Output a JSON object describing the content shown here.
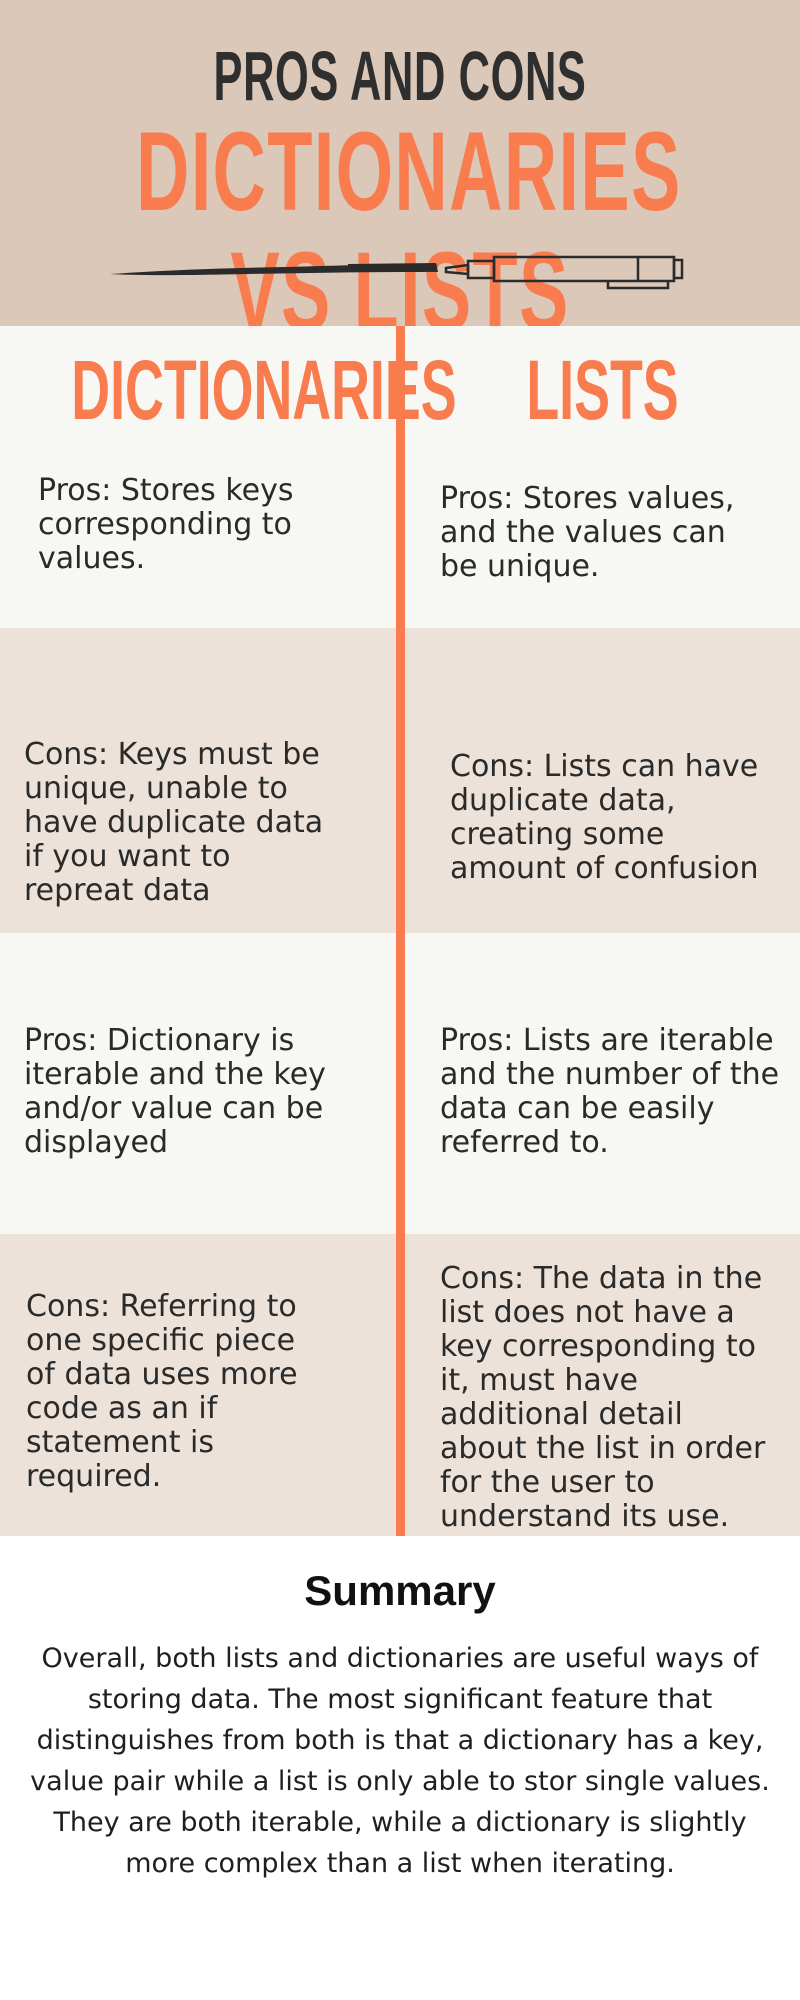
{
  "header": {
    "title_top": "PROS AND CONS",
    "title_main": "DICTIONARIES VS LISTS"
  },
  "columns": {
    "left_heading": "DICTIONARIES",
    "right_heading": "LISTS"
  },
  "rows": [
    {
      "dictionaries": "Pros: Stores keys\ncorresponding to\nvalues.",
      "lists": "Pros: Stores values,\nand the values can\nbe unique."
    },
    {
      "dictionaries": "Cons: Keys must be\nunique, unable to\nhave duplicate data\nif you want to\nrepreat data",
      "lists": "Cons: Lists can have\nduplicate data,\ncreating some\namount of confusion"
    },
    {
      "dictionaries": "Pros: Dictionary is\niterable and the key\nand/or value can be\ndisplayed",
      "lists": "Pros: Lists are iterable\nand the number of the\ndata can be easily\nreferred to."
    },
    {
      "dictionaries": "Cons: Referring to\none specific piece\nof data uses more\ncode as an if\nstatement is\nrequired.",
      "lists": "Cons: The data in the\nlist does not have a\nkey corresponding to\nit, must have\nadditional detail\nabout the list in order\nfor the user to\nunderstand its use."
    }
  ],
  "summary": {
    "title": "Summary",
    "body": "Overall, both lists and dictionaries are useful ways of\nstoring data. The most significant feature that\ndistinguishes from both is that a dictionary has a key,\nvalue pair while a list is only able to stor single values.\nThey are both iterable, while a dictionary is slightly\nmore complex than a list when iterating."
  },
  "colors": {
    "header_bg": "#dbc8b8",
    "accent": "#f87c4e",
    "band_light": "#f7f7f4",
    "band_dark": "#ece2da",
    "dark_text": "#2f2f2f"
  },
  "icons": [
    "pen-icon",
    "brush-stroke"
  ]
}
